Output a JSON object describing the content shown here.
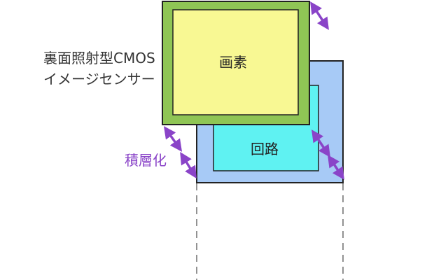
{
  "labels": {
    "sensor_title_line1": "裏面照射型CMOS",
    "sensor_title_line2": "イメージセンサー",
    "pixel": "画素",
    "circuit": "回路",
    "stacking": "積層化"
  },
  "colors": {
    "pixel_fill": "#f8f893",
    "pixel_border": "#8fc555",
    "circuit_fill": "#5ff2f2",
    "substrate_fill": "#a7caf6",
    "outline": "#222222",
    "arrow": "#8a44c8",
    "guide_line": "#6e6e6e"
  }
}
